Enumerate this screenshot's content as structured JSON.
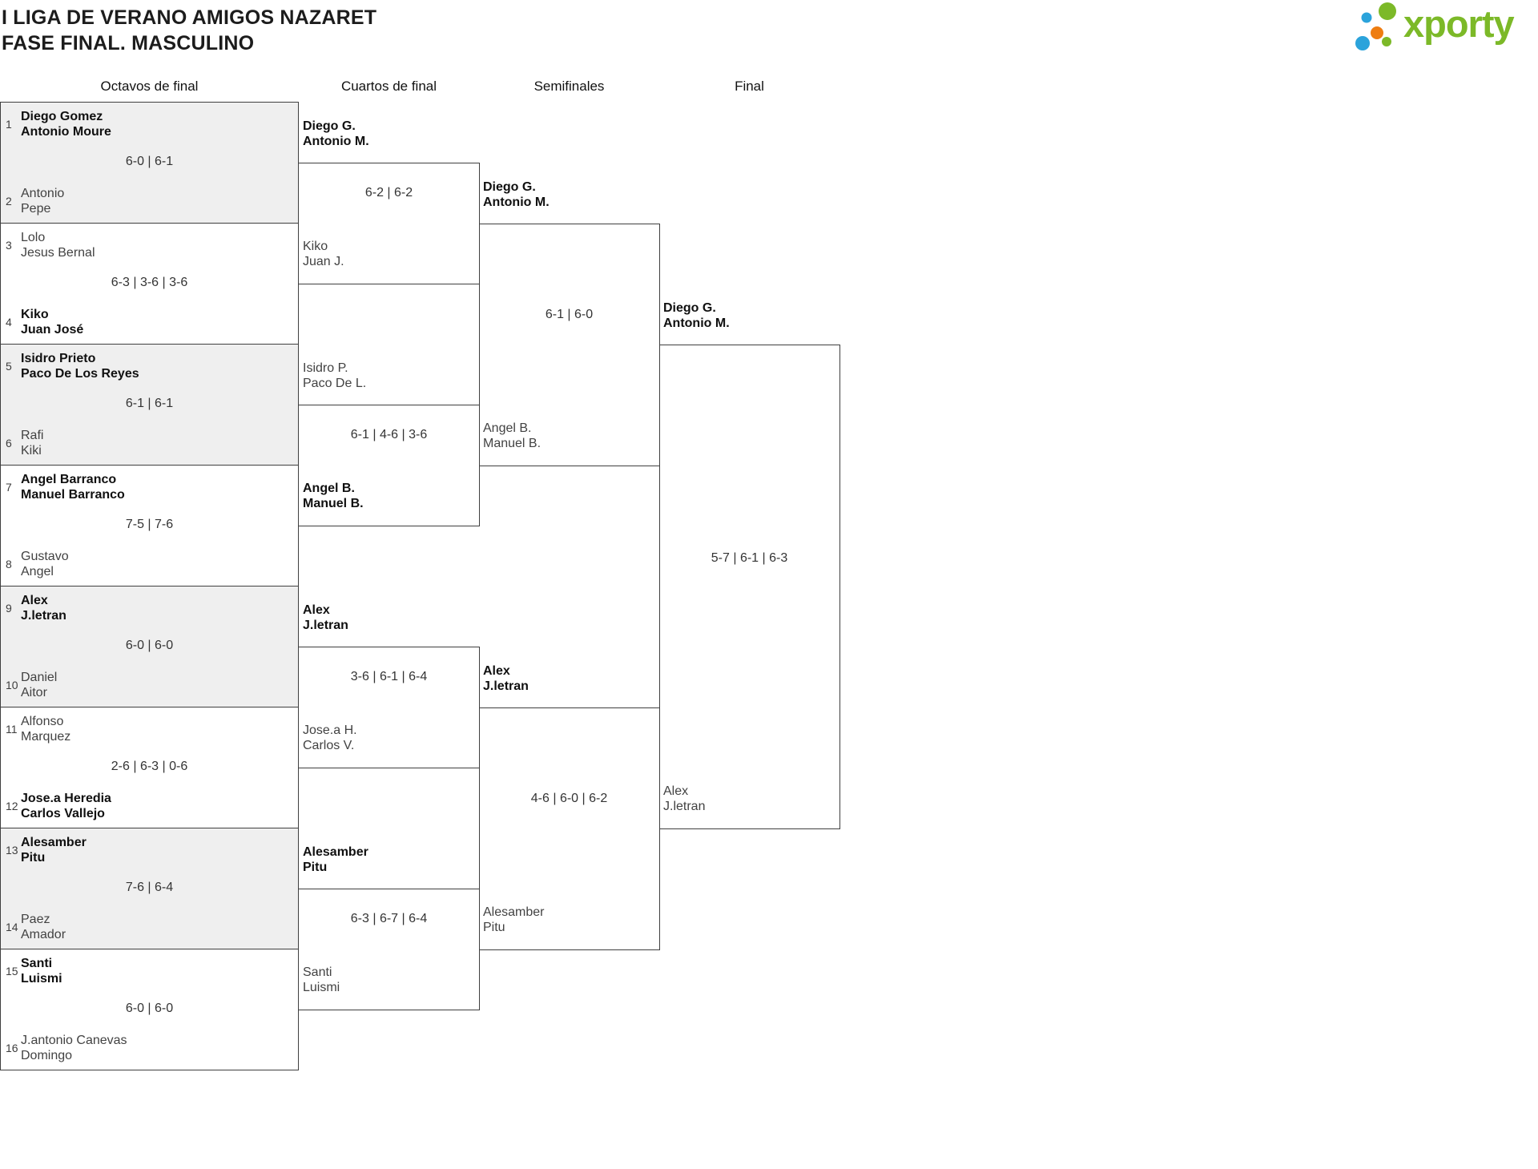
{
  "header": {
    "title_line1": "I LIGA DE VERANO AMIGOS NAZARET",
    "title_line2": "FASE FINAL. MASCULINO"
  },
  "logo": {
    "text": "xporty"
  },
  "brand": {
    "green": "#7cb928",
    "blue": "#2ba3db",
    "orange": "#ee7d11"
  },
  "rounds": [
    "Octavos de final",
    "Cuartos de final",
    "Semifinales",
    "Final"
  ],
  "r16": [
    {
      "score": "6-0 | 6-1",
      "top": {
        "seed": "1",
        "line1": "Diego Gomez",
        "line2": "Antonio Moure",
        "winner": true
      },
      "bottom": {
        "seed": "2",
        "line1": "Antonio",
        "line2": "Pepe",
        "winner": false
      }
    },
    {
      "score": "6-3 | 3-6 | 3-6",
      "top": {
        "seed": "3",
        "line1": "Lolo",
        "line2": "Jesus Bernal",
        "winner": false
      },
      "bottom": {
        "seed": "4",
        "line1": "Kiko",
        "line2": "Juan José",
        "winner": true
      }
    },
    {
      "score": "6-1 | 6-1",
      "top": {
        "seed": "5",
        "line1": "Isidro Prieto",
        "line2": "Paco De Los Reyes",
        "winner": true
      },
      "bottom": {
        "seed": "6",
        "line1": "Rafi",
        "line2": "Kiki",
        "winner": false
      }
    },
    {
      "score": "7-5 | 7-6",
      "top": {
        "seed": "7",
        "line1": "Angel Barranco",
        "line2": "Manuel Barranco",
        "winner": true
      },
      "bottom": {
        "seed": "8",
        "line1": "Gustavo",
        "line2": "Angel",
        "winner": false
      }
    },
    {
      "score": "6-0 | 6-0",
      "top": {
        "seed": "9",
        "line1": "Alex",
        "line2": "J.letran",
        "winner": true
      },
      "bottom": {
        "seed": "10",
        "line1": "Daniel",
        "line2": "Aitor",
        "winner": false
      }
    },
    {
      "score": "2-6 | 6-3 | 0-6",
      "top": {
        "seed": "11",
        "line1": "Alfonso",
        "line2": "Marquez",
        "winner": false
      },
      "bottom": {
        "seed": "12",
        "line1": "Jose.a Heredia",
        "line2": "Carlos Vallejo",
        "winner": true
      }
    },
    {
      "score": "7-6 | 6-4",
      "top": {
        "seed": "13",
        "line1": "Alesamber",
        "line2": "Pitu",
        "winner": true
      },
      "bottom": {
        "seed": "14",
        "line1": "Paez",
        "line2": "Amador",
        "winner": false
      }
    },
    {
      "score": "6-0 | 6-0",
      "top": {
        "seed": "15",
        "line1": "Santi",
        "line2": "Luismi",
        "winner": true
      },
      "bottom": {
        "seed": "16",
        "line1": "J.antonio Canevas",
        "line2": "Domingo",
        "winner": false
      }
    }
  ],
  "qf": [
    {
      "score": "6-2 | 6-2",
      "top": {
        "line1": "Diego G.",
        "line2": "Antonio M.",
        "winner": true
      },
      "bottom": {
        "line1": "Kiko",
        "line2": "Juan J.",
        "winner": false
      }
    },
    {
      "score": "6-1 | 4-6 | 3-6",
      "top": {
        "line1": "Isidro P.",
        "line2": "Paco De L.",
        "winner": false
      },
      "bottom": {
        "line1": "Angel B.",
        "line2": "Manuel B.",
        "winner": true
      }
    },
    {
      "score": "3-6 | 6-1 | 6-4",
      "top": {
        "line1": "Alex",
        "line2": "J.letran",
        "winner": true
      },
      "bottom": {
        "line1": "Jose.a H.",
        "line2": "Carlos V.",
        "winner": false
      }
    },
    {
      "score": "6-3 | 6-7 | 6-4",
      "top": {
        "line1": "Alesamber",
        "line2": "Pitu",
        "winner": true
      },
      "bottom": {
        "line1": "Santi",
        "line2": "Luismi",
        "winner": false
      }
    }
  ],
  "sf": [
    {
      "score": "6-1 | 6-0",
      "top": {
        "line1": "Diego G.",
        "line2": "Antonio M.",
        "winner": true
      },
      "bottom": {
        "line1": "Angel B.",
        "line2": "Manuel B.",
        "winner": false
      }
    },
    {
      "score": "4-6 | 6-0 | 6-2",
      "top": {
        "line1": "Alex",
        "line2": "J.letran",
        "winner": true
      },
      "bottom": {
        "line1": "Alesamber",
        "line2": "Pitu",
        "winner": false
      }
    }
  ],
  "final": {
    "score": "5-7 | 6-1 | 6-3",
    "top": {
      "line1": "Diego G.",
      "line2": "Antonio M.",
      "winner": true
    },
    "bottom": {
      "line1": "Alex",
      "line2": "J.letran",
      "winner": false
    }
  }
}
